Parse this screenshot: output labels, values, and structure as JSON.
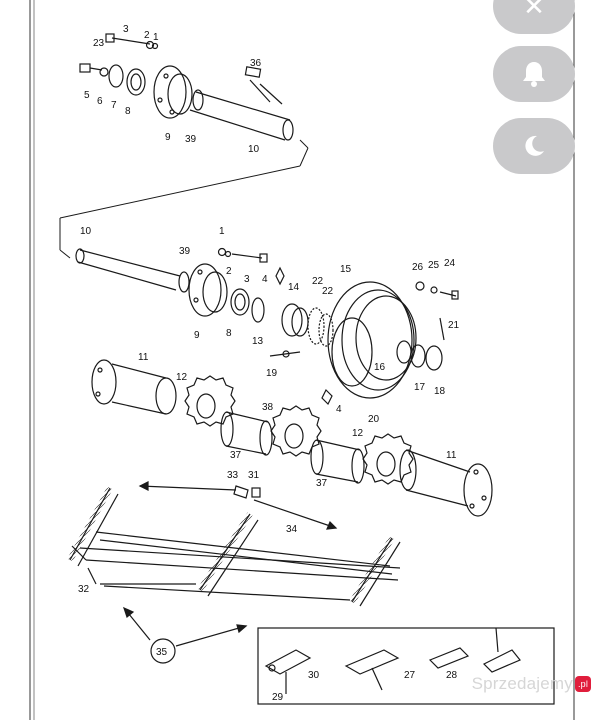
{
  "watermark": {
    "site": "Sprzedajemy",
    "badge": ".pl"
  },
  "overlay_buttons": [
    {
      "icon": "close-icon"
    },
    {
      "icon": "bell-icon"
    },
    {
      "icon": "moon-icon"
    }
  ],
  "part_labels": [
    "1",
    "2",
    "3",
    "4",
    "5",
    "6",
    "7",
    "8",
    "9",
    "10",
    "11",
    "12",
    "13",
    "14",
    "15",
    "16",
    "17",
    "18",
    "19",
    "20",
    "21",
    "22",
    "23",
    "24",
    "25",
    "26",
    "27",
    "28",
    "29",
    "30",
    "31",
    "32",
    "33",
    "34",
    "35",
    "36",
    "37",
    "38",
    "39"
  ],
  "colors": {
    "line": "#1a1a1a",
    "overlay": "#c9c9cb",
    "badge": "#e01e3c"
  }
}
